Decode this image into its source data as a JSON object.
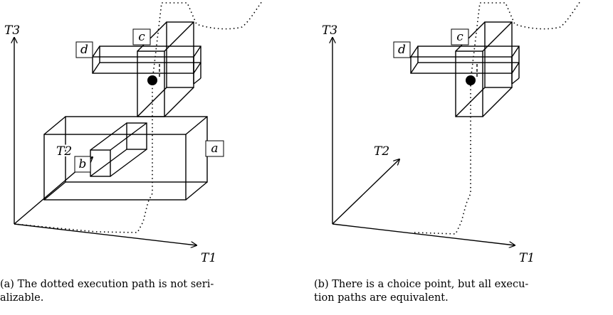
{
  "panel_a": {
    "axes": {
      "x": "T1",
      "y": "T2",
      "z": "T3"
    },
    "boxes": {
      "a": "a",
      "b": "b",
      "c": "c",
      "d": "d"
    },
    "caption": [
      "(a) The dotted execution path is not seri-",
      "alizable."
    ]
  },
  "panel_b": {
    "axes": {
      "x": "T1",
      "y": "T2",
      "z": "T3"
    },
    "boxes": {
      "c": "c",
      "d": "d"
    },
    "caption": [
      "(b) There is a choice point, but all execu-",
      "tion paths are equivalent."
    ]
  }
}
